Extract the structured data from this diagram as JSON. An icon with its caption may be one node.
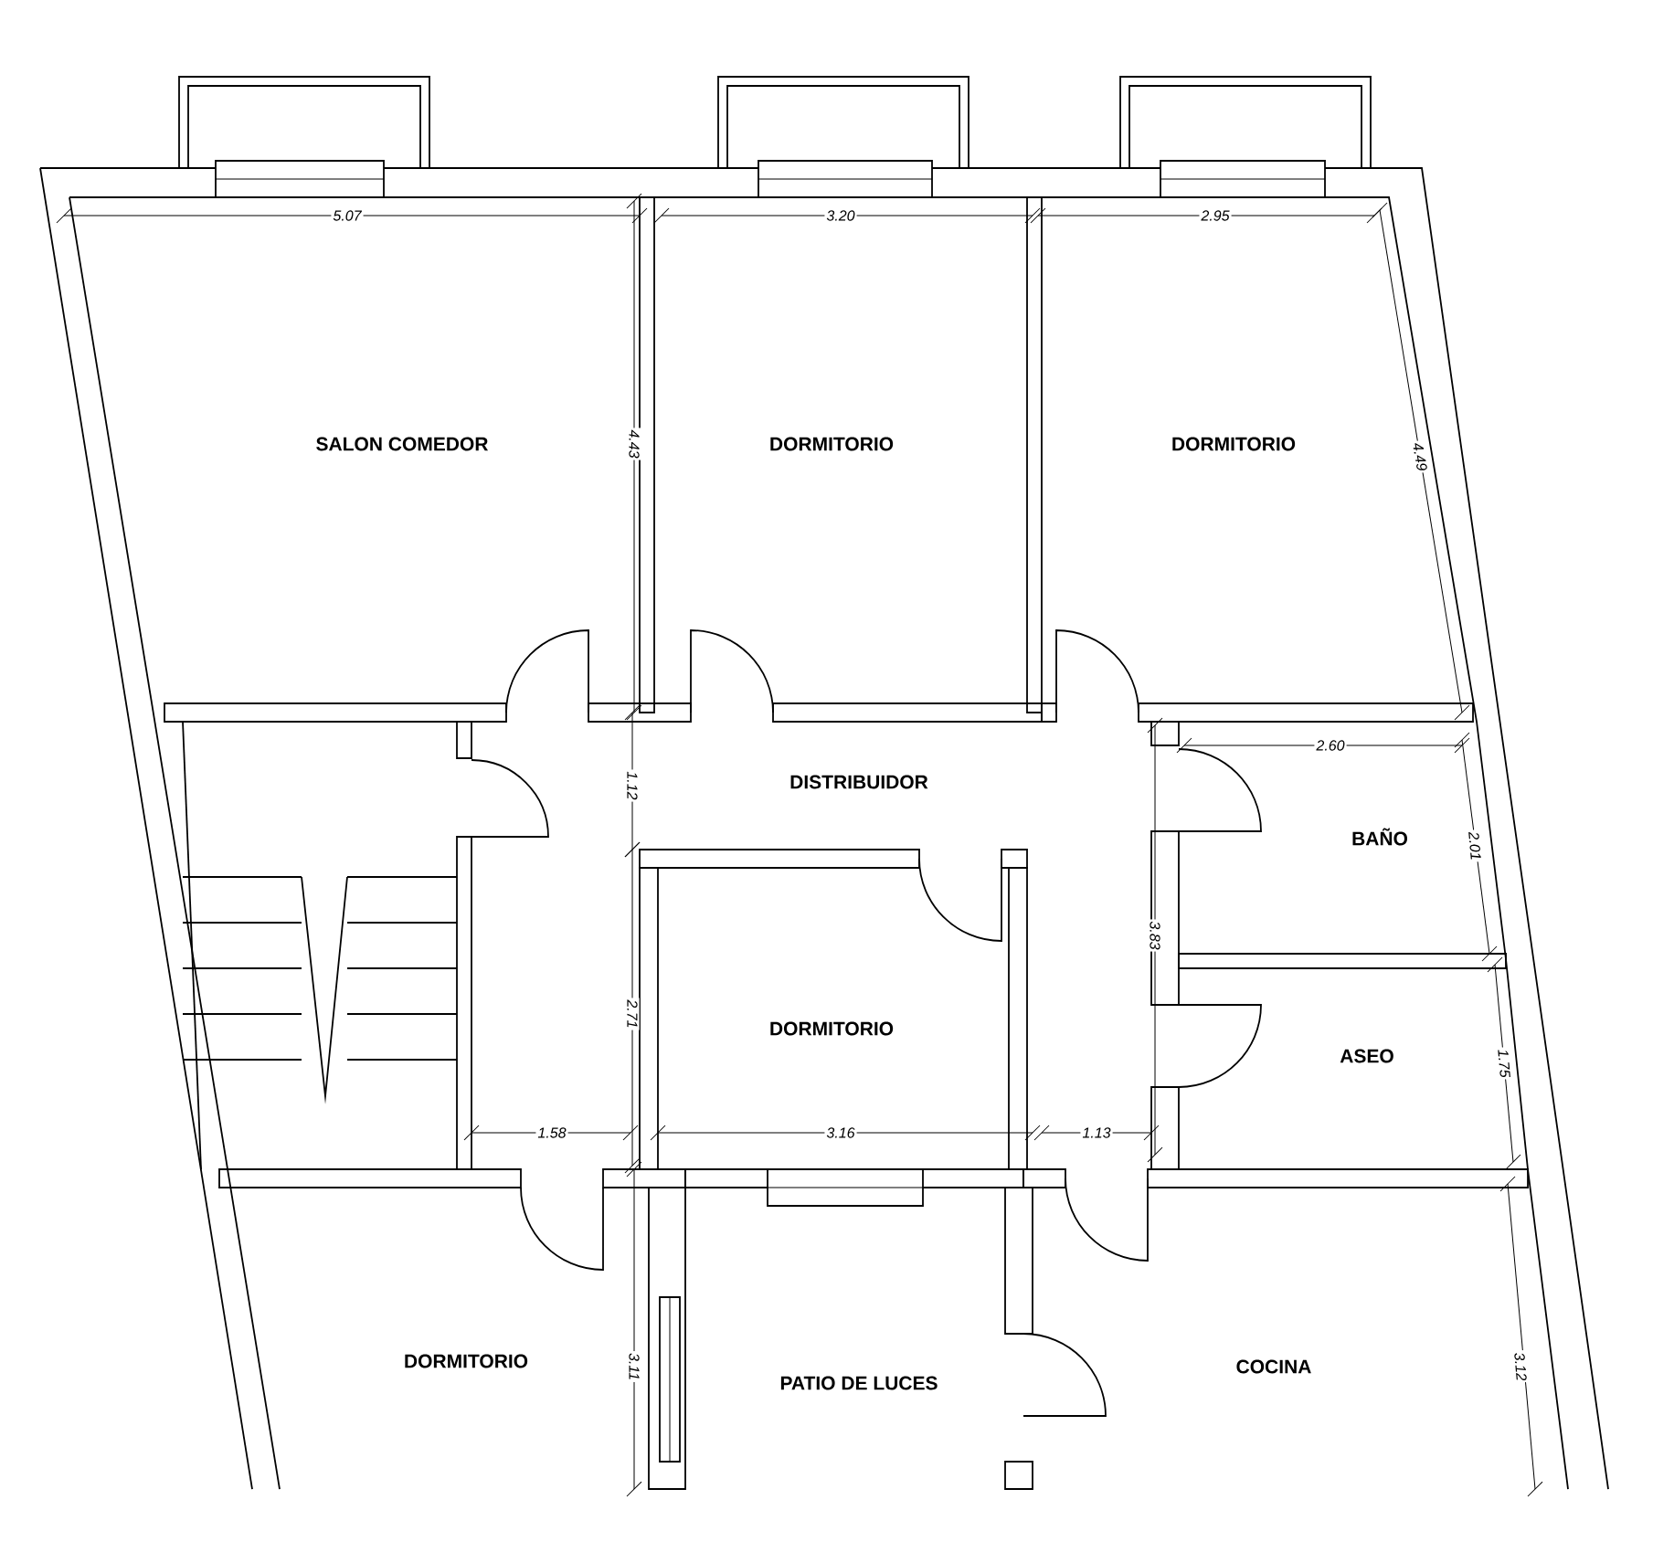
{
  "diagram": {
    "labels": [
      "5.07",
      "3.20",
      "2.95",
      "SALON COMEDOR",
      "4.43",
      "DORMITORIO",
      "DORMITORIO",
      "4.49",
      "2.60",
      "1.12",
      "DISTRIBUIDOR",
      "BAÑO",
      "2.01",
      "3.83",
      "2.71",
      "DORMITORIO",
      "ASEO",
      "1.75",
      "1.58",
      "3.16",
      "1.13",
      "DORMITORIO",
      "3.11",
      "PATIO DE LUCES",
      "COCINA",
      "3.12"
    ]
  }
}
